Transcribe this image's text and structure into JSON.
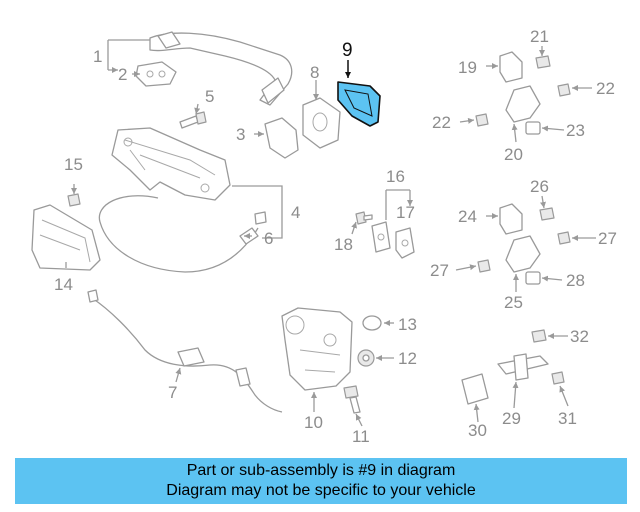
{
  "diagram": {
    "highlight_color": "#5cc3f2",
    "callouts": {
      "c1": "1",
      "c2": "2",
      "c3": "3",
      "c4": "4",
      "c5": "5",
      "c6": "6",
      "c7": "7",
      "c8": "8",
      "c9": "9",
      "c10": "10",
      "c11": "11",
      "c12": "12",
      "c13": "13",
      "c14": "14",
      "c15": "15",
      "c16": "16",
      "c17": "17",
      "c18": "18",
      "c19": "19",
      "c20": "20",
      "c21": "21",
      "c22a": "22",
      "c22b": "22",
      "c23": "23",
      "c24": "24",
      "c25": "25",
      "c26": "26",
      "c27a": "27",
      "c27b": "27",
      "c28": "28",
      "c29": "29",
      "c30": "30",
      "c31": "31",
      "c32": "32"
    }
  },
  "banner": {
    "background": "#5cc3f2",
    "line1": "Part or sub-assembly is #9 in diagram",
    "line2": "Diagram may not be specific to your vehicle"
  }
}
